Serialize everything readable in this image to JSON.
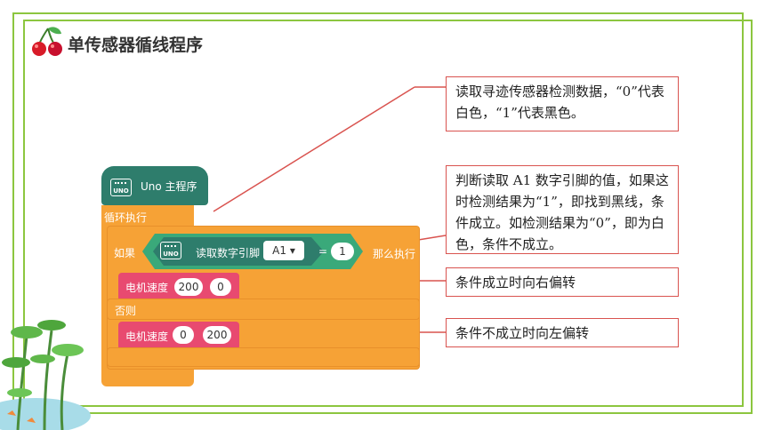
{
  "page": {
    "title": "单传感器循线程序"
  },
  "program": {
    "hat_label": "Uno 主程序",
    "board_badge": "UNO",
    "loop_label": "循环执行",
    "if_label": "如果",
    "read_label": "读取数字引脚",
    "pin_value": "A1",
    "equals": "=",
    "compare_value": "1",
    "then_label": "那么执行",
    "else_label": "否则",
    "motor_label": "电机速度",
    "motor1_left": "200",
    "motor1_right": "0",
    "motor2_left": "0",
    "motor2_right": "200"
  },
  "callouts": [
    {
      "text": "读取寻迹传感器检测数据，“0”代表白色，“1”代表黑色。"
    },
    {
      "text": "判断读取 A1 数字引脚的值，如果这时检测结果为“1”，即找到黑线，条件成立。如检测结果为“0”，即为白色，条件不成立。"
    },
    {
      "text": "条件成立时向右偏转"
    },
    {
      "text": "条件不成立时向左偏转"
    }
  ],
  "colors": {
    "frame": "#8cc63f",
    "callout_border": "#d9534f",
    "hat_block": "#2e7d6c",
    "control_block": "#f6a236",
    "motor_block": "#e84a70",
    "condition_block": "#3aa97a"
  },
  "icons": [
    "cherry-icon",
    "uno-board-icon",
    "dropdown-icon",
    "lotus-plant-decoration"
  ]
}
